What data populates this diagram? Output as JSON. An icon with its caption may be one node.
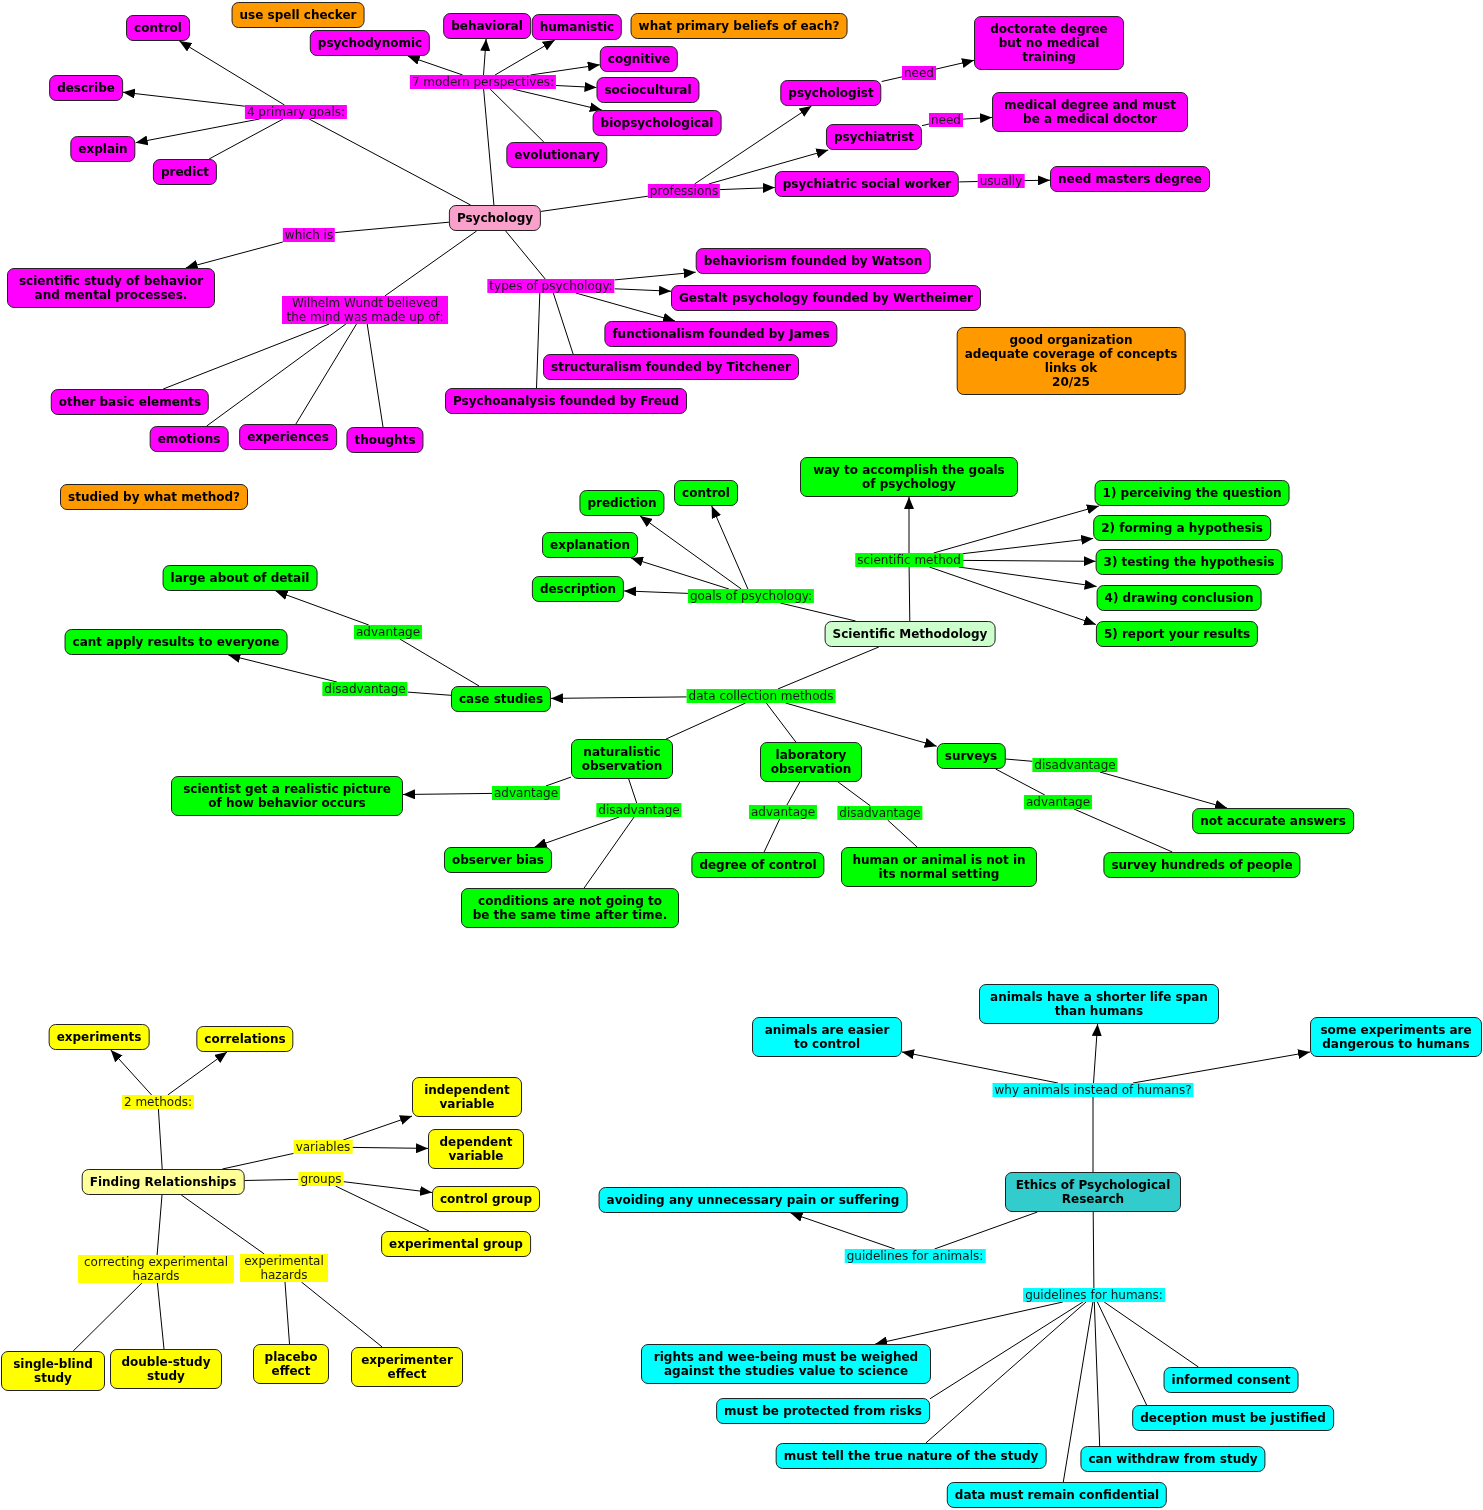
{
  "diagram": {
    "nodes": [
      {
        "text": [
          "Psychology"
        ]
      },
      {
        "text": [
          "4 primary goals:"
        ]
      },
      {
        "text": [
          "control"
        ]
      },
      {
        "text": [
          "describe"
        ]
      },
      {
        "text": [
          "explain"
        ]
      },
      {
        "text": [
          "predict"
        ]
      },
      {
        "text": [
          "use spell checker"
        ]
      },
      {
        "text": [
          "7 modern perspectives:"
        ]
      },
      {
        "text": [
          "psychodynomic"
        ]
      },
      {
        "text": [
          "behavioral"
        ]
      },
      {
        "text": [
          "humanistic"
        ]
      },
      {
        "text": [
          "cognitive"
        ]
      },
      {
        "text": [
          "sociocultural"
        ]
      },
      {
        "text": [
          "biopsychological"
        ]
      },
      {
        "text": [
          "evolutionary"
        ]
      },
      {
        "text": [
          "what primary beliefs of each?"
        ]
      },
      {
        "text": [
          "professions"
        ]
      },
      {
        "text": [
          "psychologist"
        ]
      },
      {
        "text": [
          "need"
        ]
      },
      {
        "text": [
          "doctorate degree but no medical training"
        ]
      },
      {
        "text": [
          "psychiatrist"
        ]
      },
      {
        "text": [
          "need"
        ]
      },
      {
        "text": [
          "medical degree and must be a medical doctor"
        ]
      },
      {
        "text": [
          "psychiatric social worker"
        ]
      },
      {
        "text": [
          "usually"
        ]
      },
      {
        "text": [
          "need masters degree"
        ]
      },
      {
        "text": [
          "which is"
        ]
      },
      {
        "text": [
          "scientific study of behavior and mental processes."
        ]
      },
      {
        "text": [
          "Wilhelm Wundt believed the mind was made up of:"
        ]
      },
      {
        "text": [
          "other basic elements"
        ]
      },
      {
        "text": [
          "emotions"
        ]
      },
      {
        "text": [
          "experiences"
        ]
      },
      {
        "text": [
          "thoughts"
        ]
      },
      {
        "text": [
          "types of psychology:"
        ]
      },
      {
        "text": [
          "behaviorism founded by Watson"
        ]
      },
      {
        "text": [
          "Gestalt psychology founded by Wertheimer"
        ]
      },
      {
        "text": [
          "functionalism founded by James"
        ]
      },
      {
        "text": [
          "structuralism founded by Titchener"
        ]
      },
      {
        "text": [
          "Psychoanalysis founded by Freud"
        ]
      },
      {
        "text": [
          "good organization",
          "adequate coverage of concepts",
          "links ok",
          "20/25"
        ]
      },
      {
        "text": [
          "studied by what method?"
        ]
      },
      {
        "text": [
          "Scientific Methodology"
        ]
      },
      {
        "text": [
          "goals of psychology:"
        ]
      },
      {
        "text": [
          "prediction"
        ]
      },
      {
        "text": [
          "control"
        ]
      },
      {
        "text": [
          "explanation"
        ]
      },
      {
        "text": [
          "description"
        ]
      },
      {
        "text": [
          "scientific method"
        ]
      },
      {
        "text": [
          "way to accomplish the goals of psychology"
        ]
      },
      {
        "text": [
          "1) perceiving the question"
        ]
      },
      {
        "text": [
          "2) forming a hypothesis"
        ]
      },
      {
        "text": [
          "3) testing the hypothesis"
        ]
      },
      {
        "text": [
          "4) drawing conclusion"
        ]
      },
      {
        "text": [
          "5) report your results"
        ]
      },
      {
        "text": [
          "data collection methods"
        ]
      },
      {
        "text": [
          "case studies"
        ]
      },
      {
        "text": [
          "advantage"
        ]
      },
      {
        "text": [
          "large about of detail"
        ]
      },
      {
        "text": [
          "disadvantage"
        ]
      },
      {
        "text": [
          "cant apply results to everyone"
        ]
      },
      {
        "text": [
          "naturalistic observation"
        ]
      },
      {
        "text": [
          "advantage"
        ]
      },
      {
        "text": [
          "scientist get a realistic picture of how behavior occurs"
        ]
      },
      {
        "text": [
          "disadvantage"
        ]
      },
      {
        "text": [
          "observer bias"
        ]
      },
      {
        "text": [
          "conditions are not going to be the same time after time."
        ]
      },
      {
        "text": [
          "laboratory observation"
        ]
      },
      {
        "text": [
          "advantage"
        ]
      },
      {
        "text": [
          "degree of control"
        ]
      },
      {
        "text": [
          "disadvantage"
        ]
      },
      {
        "text": [
          "human or animal is not in its normal setting"
        ]
      },
      {
        "text": [
          "surveys"
        ]
      },
      {
        "text": [
          "disadvantage"
        ]
      },
      {
        "text": [
          "not accurate answers"
        ]
      },
      {
        "text": [
          "advantage"
        ]
      },
      {
        "text": [
          "survey hundreds of people"
        ]
      },
      {
        "text": [
          "Finding Relationships"
        ]
      },
      {
        "text": [
          "2 methods:"
        ]
      },
      {
        "text": [
          "experiments"
        ]
      },
      {
        "text": [
          "correlations"
        ]
      },
      {
        "text": [
          "variables"
        ]
      },
      {
        "text": [
          "independent variable"
        ]
      },
      {
        "text": [
          "dependent variable"
        ]
      },
      {
        "text": [
          "groups"
        ]
      },
      {
        "text": [
          "control group"
        ]
      },
      {
        "text": [
          "experimental group"
        ]
      },
      {
        "text": [
          "correcting experimental hazards"
        ]
      },
      {
        "text": [
          "single-blind study"
        ]
      },
      {
        "text": [
          "double-study study"
        ]
      },
      {
        "text": [
          "experimental hazards"
        ]
      },
      {
        "text": [
          "placebo effect"
        ]
      },
      {
        "text": [
          "experimenter effect"
        ]
      },
      {
        "text": [
          "Ethics of Psychological Research"
        ]
      },
      {
        "text": [
          "why animals instead of humans?"
        ]
      },
      {
        "text": [
          "animals are easier to control"
        ]
      },
      {
        "text": [
          "animals have a shorter life span than humans"
        ]
      },
      {
        "text": [
          "some experiments are dangerous to humans"
        ]
      },
      {
        "text": [
          "guidelines for animals:"
        ]
      },
      {
        "text": [
          "avoiding any unnecessary pain or suffering"
        ]
      },
      {
        "text": [
          "guidelines for humans:"
        ]
      },
      {
        "text": [
          "rights and wee-being must be weighed against the studies value to science"
        ]
      },
      {
        "text": [
          "must be protected from risks"
        ]
      },
      {
        "text": [
          "must tell the true nature of the study"
        ]
      },
      {
        "text": [
          "data must remain confidential"
        ]
      },
      {
        "text": [
          "can withdraw from study"
        ]
      },
      {
        "text": [
          "deception must be justified"
        ]
      },
      {
        "text": [
          "informed consent"
        ]
      }
    ],
    "edges": [
      {
        "from": 0,
        "to": 1,
        "arrow": "none"
      },
      {
        "from": 1,
        "to": 2,
        "arrow": "to"
      },
      {
        "from": 1,
        "to": 3,
        "arrow": "to"
      },
      {
        "from": 1,
        "to": 4,
        "arrow": "to"
      },
      {
        "from": 1,
        "to": 5,
        "arrow": "none"
      },
      {
        "from": 0,
        "to": 7,
        "arrow": "none"
      },
      {
        "from": 7,
        "to": 8,
        "arrow": "to"
      },
      {
        "from": 7,
        "to": 9,
        "arrow": "to"
      },
      {
        "from": 7,
        "to": 10,
        "arrow": "to"
      },
      {
        "from": 7,
        "to": 11,
        "arrow": "to"
      },
      {
        "from": 7,
        "to": 12,
        "arrow": "to"
      },
      {
        "from": 7,
        "to": 13,
        "arrow": "to"
      },
      {
        "from": 7,
        "to": 14,
        "arrow": "none"
      },
      {
        "from": 0,
        "to": 16,
        "arrow": "none"
      },
      {
        "from": 16,
        "to": 17,
        "arrow": "to"
      },
      {
        "from": 16,
        "to": 20,
        "arrow": "to"
      },
      {
        "from": 16,
        "to": 23,
        "arrow": "to"
      },
      {
        "from": 17,
        "to": 18,
        "arrow": "none"
      },
      {
        "from": 18,
        "to": 19,
        "arrow": "to"
      },
      {
        "from": 20,
        "to": 21,
        "arrow": "none"
      },
      {
        "from": 21,
        "to": 22,
        "arrow": "to"
      },
      {
        "from": 23,
        "to": 24,
        "arrow": "none"
      },
      {
        "from": 24,
        "to": 25,
        "arrow": "to"
      },
      {
        "from": 0,
        "to": 26,
        "arrow": "none"
      },
      {
        "from": 26,
        "to": 27,
        "arrow": "to"
      },
      {
        "from": 0,
        "to": 28,
        "arrow": "none"
      },
      {
        "from": 28,
        "to": 29,
        "arrow": "none"
      },
      {
        "from": 28,
        "to": 30,
        "arrow": "none"
      },
      {
        "from": 28,
        "to": 31,
        "arrow": "none"
      },
      {
        "from": 28,
        "to": 32,
        "arrow": "none"
      },
      {
        "from": 0,
        "to": 33,
        "arrow": "none"
      },
      {
        "from": 33,
        "to": 34,
        "arrow": "to"
      },
      {
        "from": 33,
        "to": 35,
        "arrow": "to"
      },
      {
        "from": 33,
        "to": 36,
        "arrow": "to"
      },
      {
        "from": 33,
        "to": 37,
        "arrow": "none"
      },
      {
        "from": 33,
        "to": 38,
        "arrow": "none"
      },
      {
        "from": 41,
        "to": 42,
        "arrow": "none"
      },
      {
        "from": 42,
        "to": 43,
        "arrow": "to"
      },
      {
        "from": 42,
        "to": 44,
        "arrow": "to"
      },
      {
        "from": 42,
        "to": 45,
        "arrow": "to"
      },
      {
        "from": 42,
        "to": 46,
        "arrow": "to"
      },
      {
        "from": 41,
        "to": 47,
        "arrow": "none"
      },
      {
        "from": 47,
        "to": 48,
        "arrow": "to"
      },
      {
        "from": 47,
        "to": 49,
        "arrow": "to"
      },
      {
        "from": 47,
        "to": 50,
        "arrow": "to"
      },
      {
        "from": 47,
        "to": 51,
        "arrow": "to"
      },
      {
        "from": 47,
        "to": 52,
        "arrow": "to"
      },
      {
        "from": 47,
        "to": 53,
        "arrow": "to"
      },
      {
        "from": 41,
        "to": 54,
        "arrow": "none"
      },
      {
        "from": 54,
        "to": 55,
        "arrow": "to"
      },
      {
        "from": 54,
        "to": 60,
        "arrow": "none"
      },
      {
        "from": 54,
        "to": 66,
        "arrow": "none"
      },
      {
        "from": 54,
        "to": 71,
        "arrow": "to"
      },
      {
        "from": 55,
        "to": 56,
        "arrow": "none"
      },
      {
        "from": 56,
        "to": 57,
        "arrow": "to"
      },
      {
        "from": 55,
        "to": 58,
        "arrow": "none"
      },
      {
        "from": 58,
        "to": 59,
        "arrow": "to"
      },
      {
        "from": 60,
        "to": 61,
        "arrow": "none"
      },
      {
        "from": 61,
        "to": 62,
        "arrow": "to"
      },
      {
        "from": 60,
        "to": 63,
        "arrow": "none"
      },
      {
        "from": 63,
        "to": 64,
        "arrow": "to"
      },
      {
        "from": 63,
        "to": 65,
        "arrow": "none"
      },
      {
        "from": 66,
        "to": 67,
        "arrow": "none"
      },
      {
        "from": 67,
        "to": 68,
        "arrow": "none"
      },
      {
        "from": 66,
        "to": 69,
        "arrow": "none"
      },
      {
        "from": 69,
        "to": 70,
        "arrow": "none"
      },
      {
        "from": 71,
        "to": 72,
        "arrow": "none"
      },
      {
        "from": 72,
        "to": 73,
        "arrow": "to"
      },
      {
        "from": 71,
        "to": 74,
        "arrow": "none"
      },
      {
        "from": 74,
        "to": 75,
        "arrow": "none"
      },
      {
        "from": 76,
        "to": 77,
        "arrow": "none"
      },
      {
        "from": 77,
        "to": 78,
        "arrow": "to"
      },
      {
        "from": 77,
        "to": 79,
        "arrow": "to"
      },
      {
        "from": 76,
        "to": 80,
        "arrow": "none"
      },
      {
        "from": 80,
        "to": 81,
        "arrow": "to"
      },
      {
        "from": 80,
        "to": 82,
        "arrow": "to"
      },
      {
        "from": 76,
        "to": 83,
        "arrow": "none"
      },
      {
        "from": 83,
        "to": 84,
        "arrow": "to"
      },
      {
        "from": 83,
        "to": 85,
        "arrow": "none"
      },
      {
        "from": 76,
        "to": 86,
        "arrow": "none"
      },
      {
        "from": 86,
        "to": 87,
        "arrow": "none"
      },
      {
        "from": 86,
        "to": 88,
        "arrow": "none"
      },
      {
        "from": 76,
        "to": 89,
        "arrow": "none"
      },
      {
        "from": 89,
        "to": 90,
        "arrow": "none"
      },
      {
        "from": 89,
        "to": 91,
        "arrow": "none"
      },
      {
        "from": 92,
        "to": 93,
        "arrow": "none"
      },
      {
        "from": 93,
        "to": 94,
        "arrow": "to"
      },
      {
        "from": 93,
        "to": 95,
        "arrow": "to"
      },
      {
        "from": 93,
        "to": 96,
        "arrow": "to"
      },
      {
        "from": 92,
        "to": 97,
        "arrow": "none"
      },
      {
        "from": 97,
        "to": 98,
        "arrow": "to"
      },
      {
        "from": 92,
        "to": 99,
        "arrow": "none"
      },
      {
        "from": 99,
        "to": 100,
        "arrow": "to"
      },
      {
        "from": 99,
        "to": 101,
        "arrow": "none"
      },
      {
        "from": 99,
        "to": 102,
        "arrow": "none"
      },
      {
        "from": 99,
        "to": 103,
        "arrow": "none"
      },
      {
        "from": 99,
        "to": 104,
        "arrow": "none"
      },
      {
        "from": 99,
        "to": 105,
        "arrow": "none"
      },
      {
        "from": 99,
        "to": 106,
        "arrow": "none"
      }
    ]
  }
}
